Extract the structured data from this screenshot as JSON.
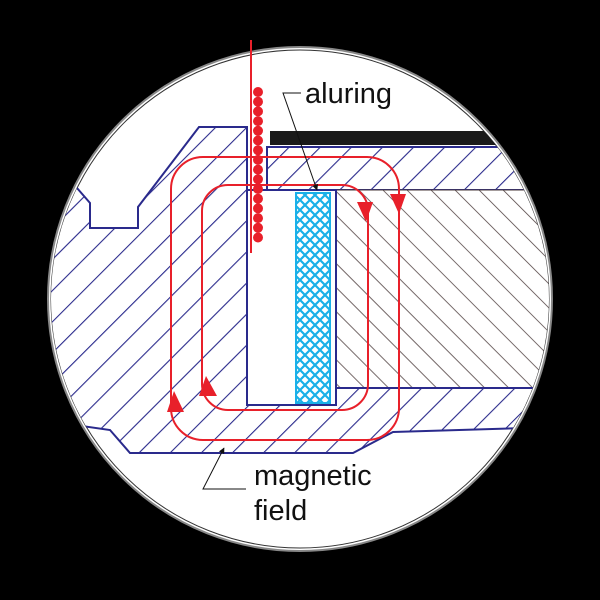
{
  "labels": {
    "aluring": "aluring",
    "magnetic_field_line1": "magnetic",
    "magnetic_field_line2": "field"
  },
  "colors": {
    "background": "#000000",
    "body_hatch": "#2a2a8c",
    "core_hatch": "#4a3a3a",
    "aluring": "#1ab0e8",
    "field_lines": "#e8202a",
    "cover_bar": "#1a1a1a"
  }
}
